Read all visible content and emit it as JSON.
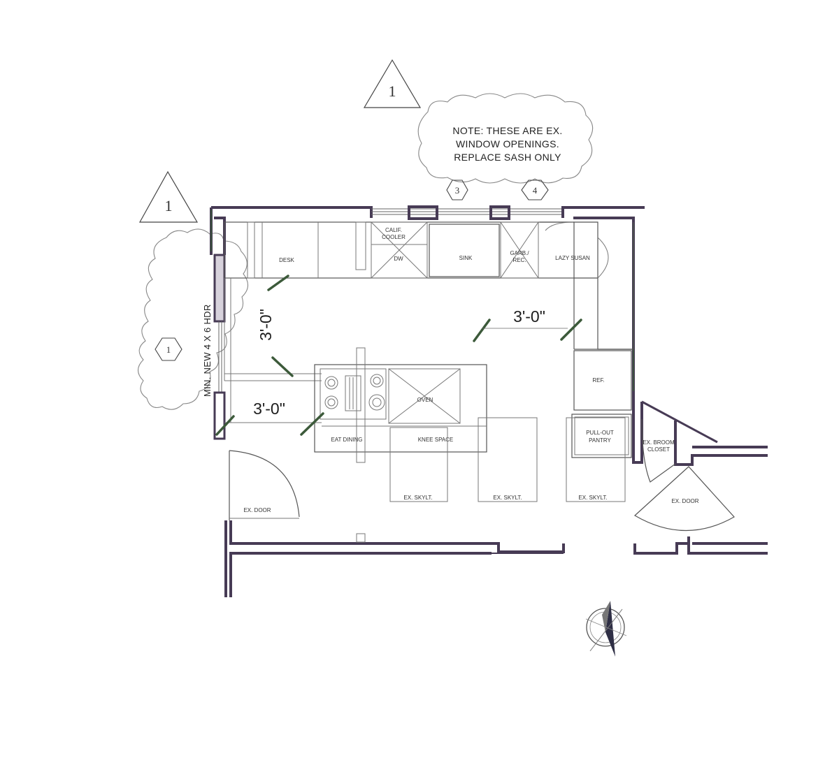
{
  "note": {
    "lines": [
      "NOTE: THESE ARE EX.",
      "WINDOW OPENINGS.",
      "REPLACE SASH ONLY"
    ]
  },
  "tags": {
    "revision_top": "1",
    "revision_left": "1",
    "window_3": "3",
    "window_4": "4",
    "window_1": "1"
  },
  "labels": {
    "desk": "DESK",
    "calif_cooler_1": "CALIF.",
    "calif_cooler_2": "COOLER",
    "dw": "DW",
    "sink": "SINK",
    "garb_1": "GARB./",
    "garb_2": "REC.",
    "lazy_susan": "LAZY SUSAN",
    "ref": "REF.",
    "oven": "OVEN",
    "eat_dining": "EAT DINING",
    "knee_space": "KNEE SPACE",
    "pullout_1": "PULL-OUT",
    "pullout_2": "PANTRY",
    "broom_1": "EX. BROOM",
    "broom_2": "CLOSET",
    "skylt_1": "EX. SKYLT.",
    "skylt_2": "EX. SKYLT.",
    "skylt_3": "EX. SKYLT.",
    "door_left": "EX. DOOR",
    "door_right": "EX. DOOR",
    "header": "MIN. NEW 4 X 6 HDR"
  },
  "dimensions": {
    "left_vertical": "3'-0\"",
    "upper_right": "3'-0\"",
    "lower_left": "3'-0\""
  }
}
